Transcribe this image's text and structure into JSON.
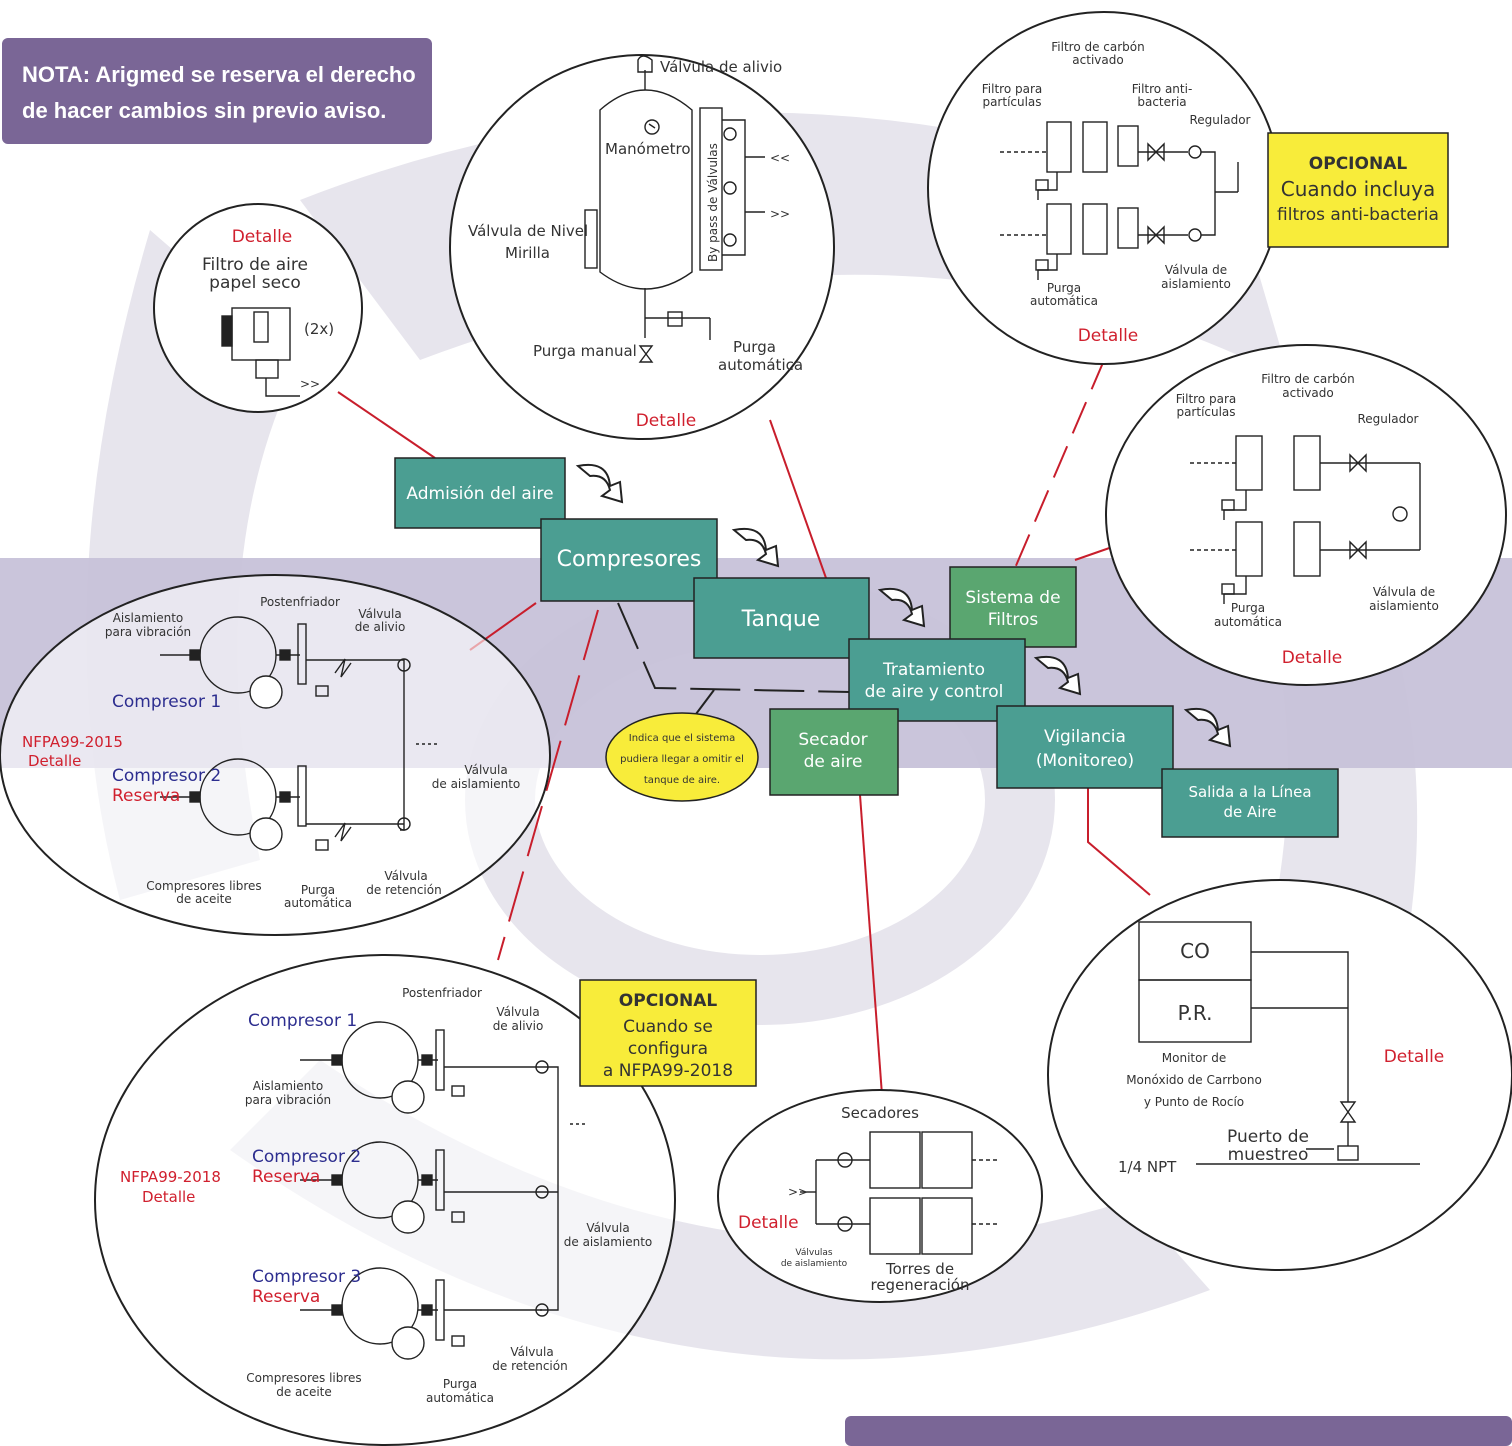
{
  "colors": {
    "teal": "#4b9e92",
    "green": "#5aa670",
    "red": "#c81e2c",
    "purple": "#7a6696",
    "yellow": "#f8ec3a",
    "band": "#c9c4da",
    "watermark": "#e6e4ec"
  },
  "note": {
    "line1": "NOTA: Arigmed se reserva el derecho",
    "line2": "de hacer cambios sin previo aviso."
  },
  "flow": {
    "admision": "Admisión del aire",
    "compresores": "Compresores",
    "tanque": "Tanque",
    "filtros": {
      "line1": "Sistema de",
      "line2": "Filtros"
    },
    "tratamiento": {
      "line1": "Tratamiento",
      "line2": "de aire y control"
    },
    "secador": {
      "line1": "Secador",
      "line2": "de aire"
    },
    "vigilancia": {
      "line1": "Vigilancia",
      "line2": "(Monitoreo)"
    },
    "salida": {
      "line1": "Salida a la Línea",
      "line2": "de Aire"
    }
  },
  "bubble": {
    "line1": "Indica que el sistema",
    "line2": "pudiera llegar a  omitir el",
    "line3": "tanque de aire."
  },
  "detail_word": "Detalle",
  "filtro_aire": {
    "title": "Detalle",
    "line1": "Filtro de aire",
    "line2": "papel seco",
    "count": "(2x)",
    "arrow": ">>"
  },
  "tanque_detail": {
    "valvula_alivio": "Válvula de alivio",
    "manometro": "Manómetro",
    "bypass": "By pass de Válvulas",
    "nivel": "Válvula de Nivel",
    "mirilla": "Mirilla",
    "purga_manual": "Purga manual",
    "purga_auto1": "Purga",
    "purga_auto2": "automática",
    "in": "<<",
    "out": ">>",
    "detalle": "Detalle"
  },
  "filtros_top": {
    "carbon1": "Filtro de carbón",
    "carbon2": "activado",
    "part1": "Filtro para",
    "part2": "partículas",
    "anti1": "Filtro anti-",
    "anti2": "bacteria",
    "regulador": "Regulador",
    "purga1": "Purga",
    "purga2": "automática",
    "aisl1": "Válvula de",
    "aisl2": "aislamiento",
    "detalle": "Detalle"
  },
  "opcional_top": {
    "title": "OPCIONAL",
    "line1": "Cuando incluya",
    "line2": "filtros anti-bacteria"
  },
  "filtros_right": {
    "carbon1": "Filtro de carbón",
    "carbon2": "activado",
    "part1": "Filtro para",
    "part2": "partículas",
    "regulador": "Regulador",
    "purga1": "Purga",
    "purga2": "automática",
    "aisl1": "Válvula de",
    "aisl2": "aislamiento",
    "detalle": "Detalle"
  },
  "nfpa2015": {
    "aislamiento1": "Aislamiento",
    "aislamiento2": "para vibración",
    "postenfriador": "Postenfriador",
    "alivio1": "Válvula",
    "alivio2": "de alivio",
    "comp1": "Compresor 1",
    "comp2": "Compresor 2",
    "reserva": "Reserva",
    "norma": "NFPA99-2015",
    "detalle": "Detalle",
    "aisl1": "Válvula",
    "aisl2": "de aislamiento",
    "libres1": "Compresores libres",
    "libres2": "de aceite",
    "purga1": "Purga",
    "purga2": "automática",
    "ret1": "Válvula",
    "ret2": "de retención"
  },
  "nfpa2018": {
    "postenfriador": "Postenfriador",
    "alivio1": "Válvula",
    "alivio2": "de alivio",
    "comp1": "Compresor 1",
    "comp2": "Compresor 2",
    "comp3": "Compresor 3",
    "reserva": "Reserva",
    "aislamiento1": "Aislamiento",
    "aislamiento2": "para vibración",
    "norma": "NFPA99-2018",
    "detalle": "Detalle",
    "aisl1": "Válvula",
    "aisl2": "de aislamiento",
    "libres1": "Compresores libres",
    "libres2": "de aceite",
    "purga1": "Purga",
    "purga2": "automática",
    "ret1": "Válvula",
    "ret2": "de retención"
  },
  "opcional_bottom": {
    "title": "OPCIONAL",
    "line1": "Cuando se",
    "line2": "configura",
    "line3": "a NFPA99-2018"
  },
  "secadores": {
    "title": "Secadores",
    "detalle": "Detalle",
    "valv1": "Válvulas",
    "valv2": "de aislamiento",
    "torres1": "Torres de",
    "torres2": "regeneración",
    "in": ">>"
  },
  "monitor": {
    "co": "CO",
    "pr": "P.R.",
    "mon1": "Monitor de",
    "mon2": "Monóxido de Carrbono",
    "mon3": "y Punto de Rocío",
    "detalle": "Detalle",
    "puerto1": "Puerto de",
    "puerto2": "muestreo",
    "npt": "1/4 NPT"
  }
}
